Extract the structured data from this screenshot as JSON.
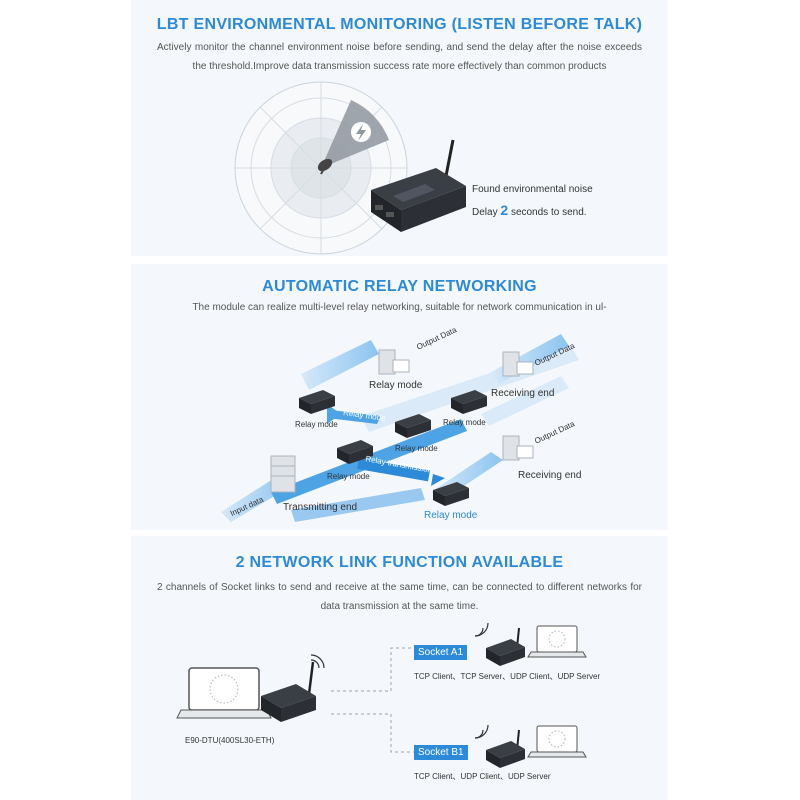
{
  "lbt": {
    "title": "LBT ENVIRONMENTAL MONITORING (LISTEN BEFORE TALK)",
    "description": "Actively monitor the channel environment noise before sending, and send the delay after the noise exceeds the threshold.Improve data transmission success rate more effectively than common products",
    "noise_label": "Found environmental noise",
    "delay_prefix": "Delay",
    "delay_value": "2",
    "delay_suffix": "seconds to send."
  },
  "relay": {
    "title": "AUTOMATIC RELAY NETWORKING",
    "description": "The module can realize multi-level relay networking, suitable for network communication in ul-",
    "output_data_1": "Output Data",
    "output_data_2": "Output Data",
    "output_data_3": "Output Data",
    "relay_mode_top": "Relay mode",
    "relay_mode_left": "Relay mode",
    "relay_mode_mid": "Relay mode",
    "relay_mode_right": "Relay mode",
    "relay_mode_low": "Relay mode",
    "relay_mode_blue": "Relay mode",
    "relay_mode_arrow": "Relay mode",
    "relay_transmission": "Relay transmission",
    "receiving_end_1": "Receiving end",
    "receiving_end_2": "Receiving end",
    "input_data": "Input data",
    "transmitting_end": "Transmitting end"
  },
  "network": {
    "title": "2 NETWORK LINK FUNCTION AVAILABLE",
    "description": "2 channels of Socket links to send and receive at the same time, can be connected to different networks for data transmission at the same time.",
    "device_label": "E90-DTU(400SL30-ETH)",
    "socket_a": "Socket A1",
    "socket_a_protocols": "TCP Client、TCP Server、UDP Client、UDP Server",
    "socket_b": "Socket B1",
    "socket_b_protocols": "TCP Client、UDP Client、UDP Server"
  },
  "colors": {
    "accent": "#2c8ad8",
    "section_bg": "#f4f8fc",
    "device": "#2a2d33"
  }
}
